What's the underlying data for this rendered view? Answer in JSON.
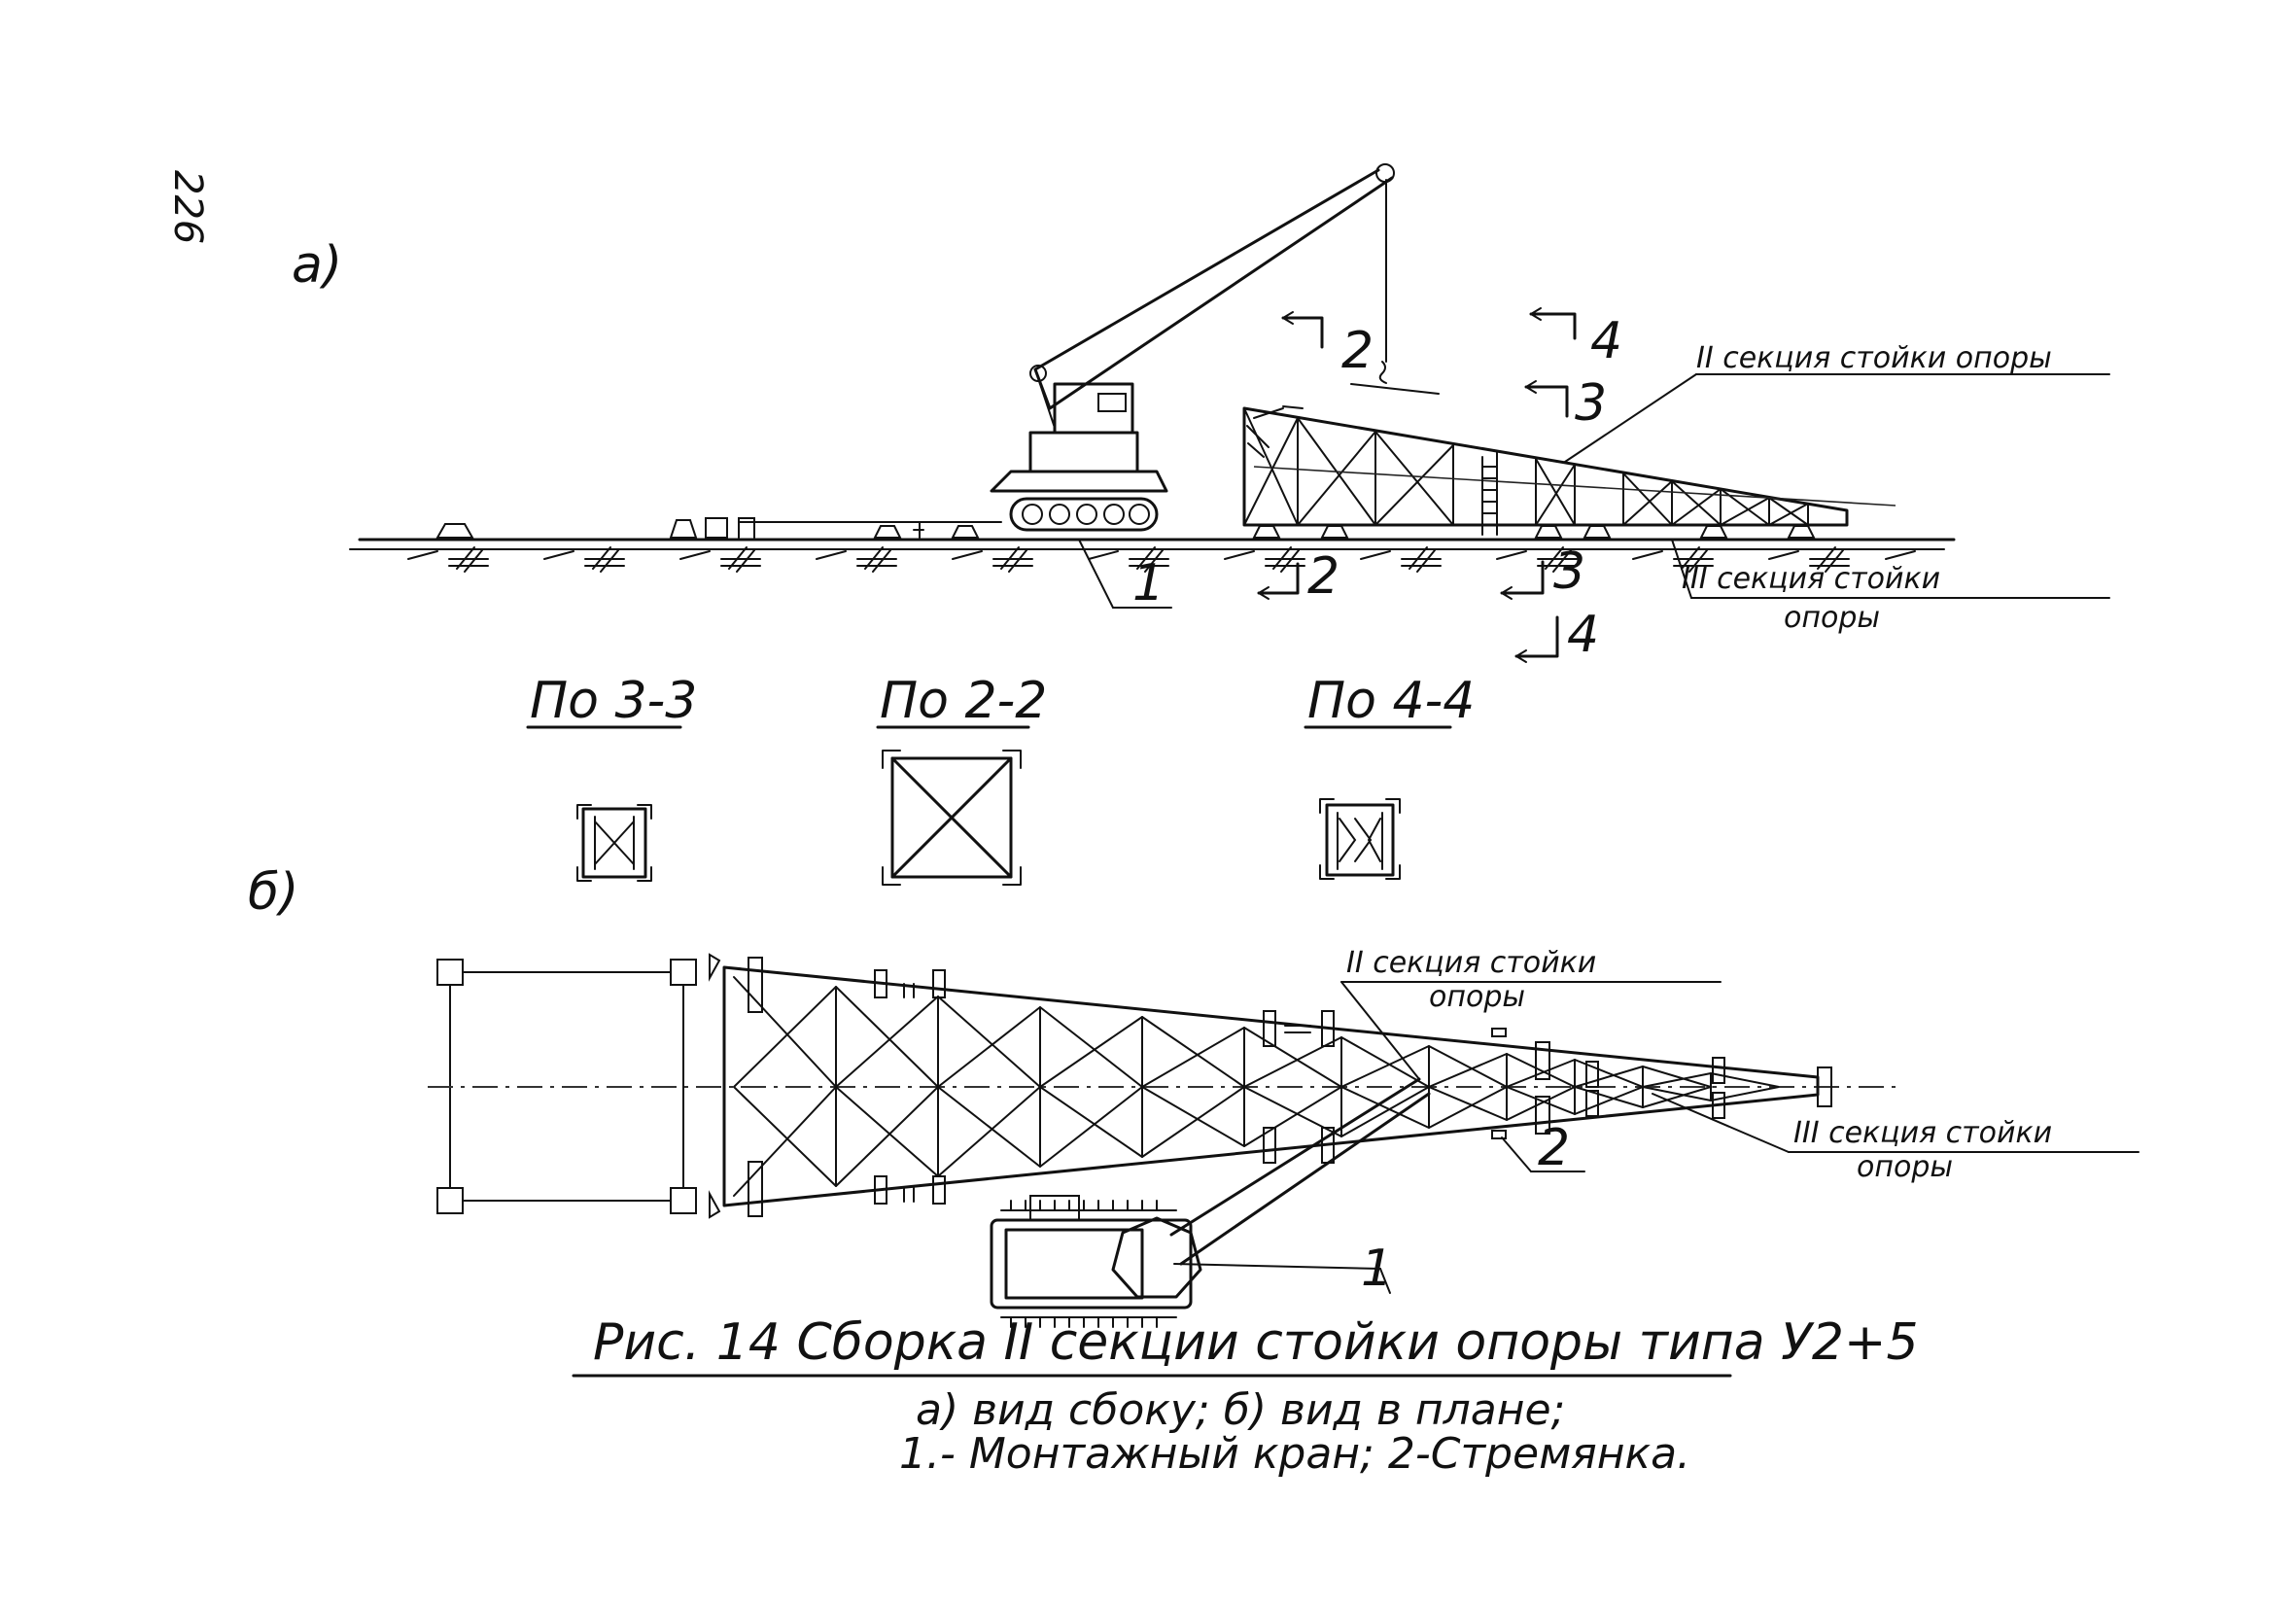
{
  "page": {
    "number": "226"
  },
  "views": {
    "side_label": "а)",
    "plan_label": "б)"
  },
  "sections": {
    "s33": "По 3-3",
    "s22": "По 2-2",
    "s44": "По 4-4"
  },
  "markers": {
    "m2": "2",
    "m3": "3",
    "m4": "4"
  },
  "callouts": {
    "sec2_side": "II секция стойки опоры",
    "sec3_side_l1": "III секция стойки",
    "sec3_side_l2": "опоры",
    "sec2_plan_l1": "II секция стойки",
    "sec2_plan_l2": "опоры",
    "sec3_plan_l1": "III секция стойки",
    "sec3_plan_l2": "опоры",
    "item1_side": "1",
    "item1_plan": "1",
    "item2_plan": "2"
  },
  "caption": {
    "title": "Рис. 14  Сборка II секции стойки опоры типа У2+5",
    "line1": "а) вид сбоку; б) вид в плане;",
    "line2": "1.- Монтажный кран; 2-Стремянка."
  }
}
